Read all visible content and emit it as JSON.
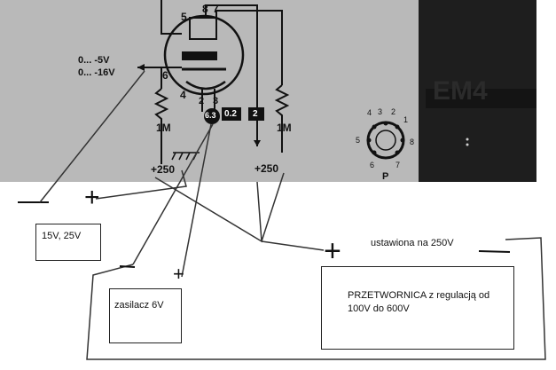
{
  "schematic": {
    "pin_labels": [
      "5",
      "8",
      "7",
      "6",
      "4",
      "2",
      "3"
    ],
    "voltage_range_1": "0... -5V",
    "voltage_range_2": "0... -16V",
    "resistor_left": "1M",
    "resistor_right": "1M",
    "voltage_left": "+250",
    "voltage_right": "+250",
    "filament_voltage": "6.3",
    "filament_current": "0.2",
    "tube_badge": "2",
    "tube_name": "EM4",
    "socket_pins": [
      "4",
      "3",
      "2",
      "1",
      "5",
      "8",
      "6",
      "7"
    ],
    "socket_label": "P"
  },
  "annotations": {
    "supply_box": "15V, 25V",
    "heater_box": "zasilacz 6V",
    "converter_box": "PRZETWORNICA z regulacją od 100V do 600V",
    "converter_note": "ustawiona na 250V",
    "plus_signs": [
      "+",
      "+",
      "+"
    ]
  },
  "colors": {
    "photo_gray": "#b9b9b9",
    "photo_dark": "#1e1e1e",
    "ink": "#111111"
  }
}
